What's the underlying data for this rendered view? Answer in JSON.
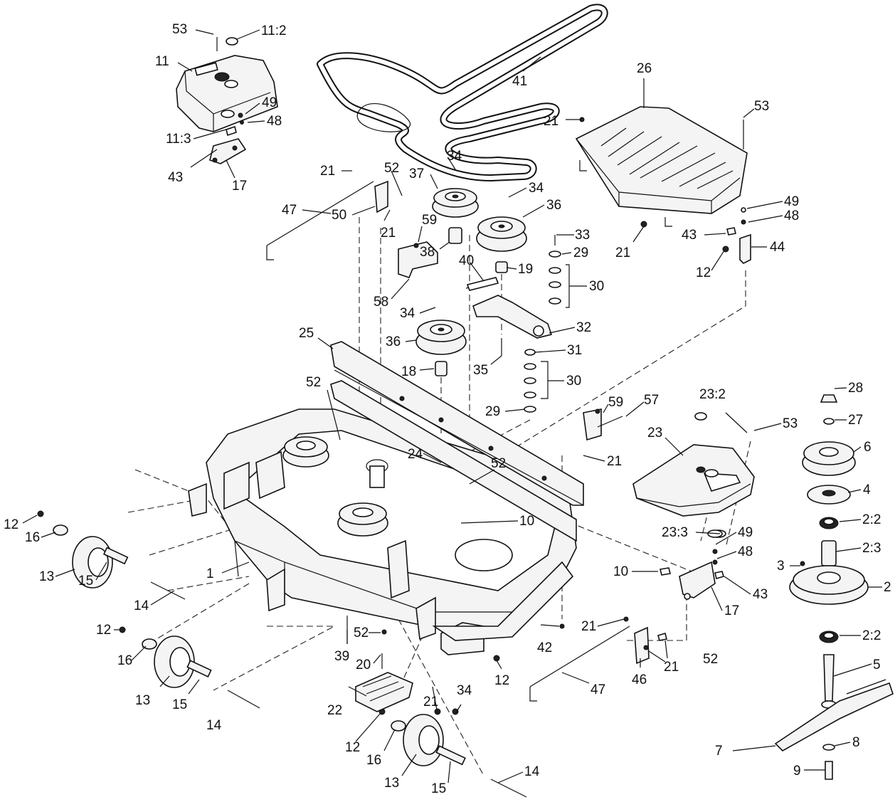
{
  "diagram": {
    "callouts": [
      {
        "id": "c53a",
        "text": "53"
      },
      {
        "id": "c11_2",
        "text": "11:2"
      },
      {
        "id": "c11",
        "text": "11"
      },
      {
        "id": "c49a",
        "text": "49"
      },
      {
        "id": "c48a",
        "text": "48"
      },
      {
        "id": "c11_3",
        "text": "11:3"
      },
      {
        "id": "c43a",
        "text": "43"
      },
      {
        "id": "c17a",
        "text": "17"
      },
      {
        "id": "c41",
        "text": "41"
      },
      {
        "id": "c26",
        "text": "26"
      },
      {
        "id": "c21a",
        "text": "21"
      },
      {
        "id": "c53b",
        "text": "53"
      },
      {
        "id": "c21b",
        "text": "21"
      },
      {
        "id": "c52a",
        "text": "52"
      },
      {
        "id": "c34a",
        "text": "34"
      },
      {
        "id": "c37",
        "text": "37"
      },
      {
        "id": "c34b",
        "text": "34"
      },
      {
        "id": "c36a",
        "text": "36"
      },
      {
        "id": "c47a",
        "text": "47"
      },
      {
        "id": "c50",
        "text": "50"
      },
      {
        "id": "c21c",
        "text": "21"
      },
      {
        "id": "c59a",
        "text": "59"
      },
      {
        "id": "c38",
        "text": "38"
      },
      {
        "id": "c33",
        "text": "33"
      },
      {
        "id": "c29a",
        "text": "29"
      },
      {
        "id": "c49b",
        "text": "49"
      },
      {
        "id": "c48b",
        "text": "48"
      },
      {
        "id": "c43b",
        "text": "43"
      },
      {
        "id": "c44",
        "text": "44"
      },
      {
        "id": "c21d",
        "text": "21"
      },
      {
        "id": "c12a",
        "text": "12"
      },
      {
        "id": "c40",
        "text": "40"
      },
      {
        "id": "c19",
        "text": "19"
      },
      {
        "id": "c30a",
        "text": "30"
      },
      {
        "id": "c58",
        "text": "58"
      },
      {
        "id": "c34c",
        "text": "34"
      },
      {
        "id": "c32",
        "text": "32"
      },
      {
        "id": "c36b",
        "text": "36"
      },
      {
        "id": "c31",
        "text": "31"
      },
      {
        "id": "c25",
        "text": "25"
      },
      {
        "id": "c18",
        "text": "18"
      },
      {
        "id": "c35",
        "text": "35"
      },
      {
        "id": "c30b",
        "text": "30"
      },
      {
        "id": "c52b",
        "text": "52"
      },
      {
        "id": "c29b",
        "text": "29"
      },
      {
        "id": "c28",
        "text": "28"
      },
      {
        "id": "c23_2",
        "text": "23:2"
      },
      {
        "id": "c27",
        "text": "27"
      },
      {
        "id": "c59b",
        "text": "59"
      },
      {
        "id": "c57",
        "text": "57"
      },
      {
        "id": "c53c",
        "text": "53"
      },
      {
        "id": "c23",
        "text": "23"
      },
      {
        "id": "c6",
        "text": "6"
      },
      {
        "id": "c21e",
        "text": "21"
      },
      {
        "id": "c24",
        "text": "24"
      },
      {
        "id": "c52c",
        "text": "52"
      },
      {
        "id": "c4",
        "text": "4"
      },
      {
        "id": "c2_2a",
        "text": "2:2"
      },
      {
        "id": "c10a",
        "text": "10"
      },
      {
        "id": "c12b",
        "text": "12"
      },
      {
        "id": "c16a",
        "text": "16"
      },
      {
        "id": "c23_3",
        "text": "23:3"
      },
      {
        "id": "c49c",
        "text": "49"
      },
      {
        "id": "c2_3",
        "text": "2:3"
      },
      {
        "id": "c48c",
        "text": "48"
      },
      {
        "id": "c3",
        "text": "3"
      },
      {
        "id": "c2",
        "text": "2"
      },
      {
        "id": "c13a",
        "text": "13"
      },
      {
        "id": "c15a",
        "text": "15"
      },
      {
        "id": "c1",
        "text": "1"
      },
      {
        "id": "c10b",
        "text": "10"
      },
      {
        "id": "c43c",
        "text": "43"
      },
      {
        "id": "c14a",
        "text": "14"
      },
      {
        "id": "c17b",
        "text": "17"
      },
      {
        "id": "c2_2b",
        "text": "2:2"
      },
      {
        "id": "c12c",
        "text": "12"
      },
      {
        "id": "c52d",
        "text": "52"
      },
      {
        "id": "c21f",
        "text": "21"
      },
      {
        "id": "c39",
        "text": "39"
      },
      {
        "id": "c42",
        "text": "42"
      },
      {
        "id": "c20",
        "text": "20"
      },
      {
        "id": "c52e",
        "text": "52"
      },
      {
        "id": "c16b",
        "text": "16"
      },
      {
        "id": "c21g",
        "text": "21"
      },
      {
        "id": "c5",
        "text": "5"
      },
      {
        "id": "c46",
        "text": "46"
      },
      {
        "id": "c13b",
        "text": "13"
      },
      {
        "id": "c15b",
        "text": "15"
      },
      {
        "id": "c22",
        "text": "22"
      },
      {
        "id": "c21h",
        "text": "21"
      },
      {
        "id": "c34d",
        "text": "34"
      },
      {
        "id": "c12d",
        "text": "12"
      },
      {
        "id": "c47b",
        "text": "47"
      },
      {
        "id": "c14b",
        "text": "14"
      },
      {
        "id": "c12e",
        "text": "12"
      },
      {
        "id": "c16c",
        "text": "16"
      },
      {
        "id": "c7",
        "text": "7"
      },
      {
        "id": "c8",
        "text": "8"
      },
      {
        "id": "c13c",
        "text": "13"
      },
      {
        "id": "c9",
        "text": "9"
      },
      {
        "id": "c14c",
        "text": "14"
      },
      {
        "id": "c15c",
        "text": "15"
      }
    ]
  }
}
